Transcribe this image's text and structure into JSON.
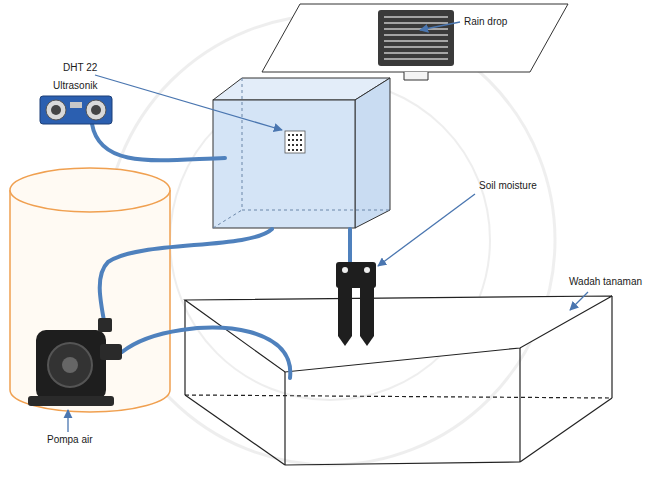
{
  "diagram": {
    "labels": [
      "Rain drop",
      "DHT 22",
      "Ultrasonik",
      "Soil moisture",
      "Wadah tanaman",
      "Pompa air"
    ]
  }
}
